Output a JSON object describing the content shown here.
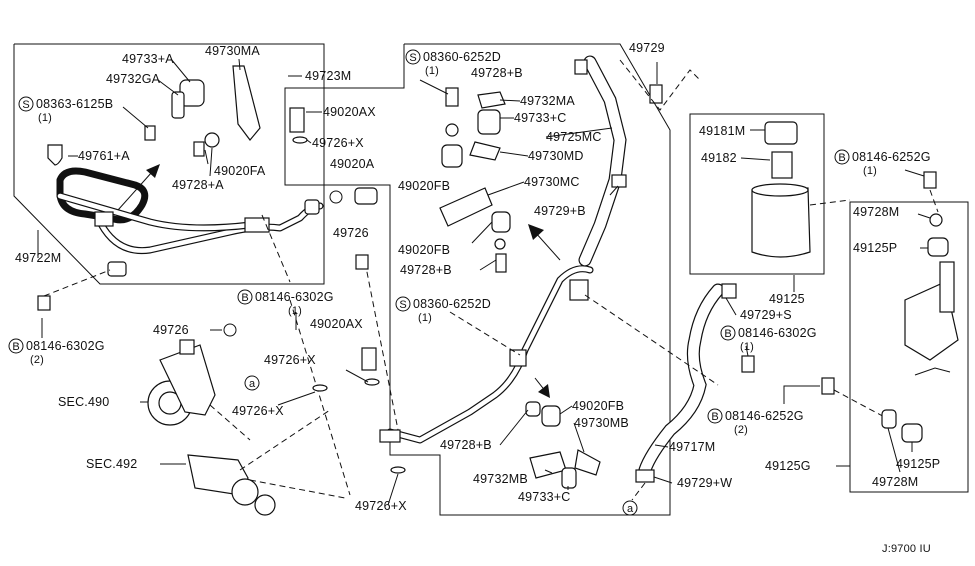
{
  "labels": {
    "p49733a": "49733+A",
    "p49730ma": "49730MA",
    "p49732ga": "49732GA",
    "s08363": "08363-6125B",
    "qty1a": "(1)",
    "p49761a": "49761+A",
    "p49020fa": "49020FA",
    "p49728a": "49728+A",
    "p49722m": "49722M",
    "b08146a": "08146-6302G",
    "qty2a": "(2)",
    "p49726a": "49726",
    "sec490": "SEC.490",
    "p49726xa": "49726+X",
    "sec492": "SEC.492",
    "p49723m": "49723M",
    "p49020ax1": "49020AX",
    "p49726x1": "49726+X",
    "p49020a": "49020A",
    "p49726b": "49726",
    "b08146b": "08146-6302G",
    "qty1b": "(1)",
    "p49020ax2": "49020AX",
    "p49726x2": "49726+X",
    "p49726x3": "49726+X",
    "s08360a": "08360-6252D",
    "qty1c": "(1)",
    "p49728b1": "49728+B",
    "p49732ma": "49732MA",
    "p49733c1": "49733+C",
    "p49725mc": "49725MC",
    "p49730md": "49730MD",
    "p49020fb1": "49020FB",
    "p49730mc": "49730MC",
    "p49729b": "49729+B",
    "p49020fb2": "49020FB",
    "p49728b2": "49728+B",
    "s08360b": "08360-6252D",
    "qty1d": "(1)",
    "p49020fb3": "49020FB",
    "p49730mb": "49730MB",
    "p49728b3": "49728+B",
    "p49732mb": "49732MB",
    "p49733c2": "49733+C",
    "p49729": "49729",
    "p49181m": "49181M",
    "p49182": "49182",
    "b08146c": "08146-6252G",
    "qty1e": "(1)",
    "p49728m1": "49728M",
    "p49125p1": "49125P",
    "p49125": "49125",
    "p49729s": "49729+S",
    "b08146d": "08146-6302G",
    "qty1f": "(1)",
    "b08146e": "08146-6252G",
    "qty2b": "(2)",
    "p49717m": "49717M",
    "p49125g": "49125G",
    "p49125p2": "49125P",
    "p49728m2": "49728M",
    "p49729w": "49729+W",
    "ref": "J:9700 IU"
  },
  "markers": {
    "s": "S",
    "b": "B",
    "a": "a"
  }
}
